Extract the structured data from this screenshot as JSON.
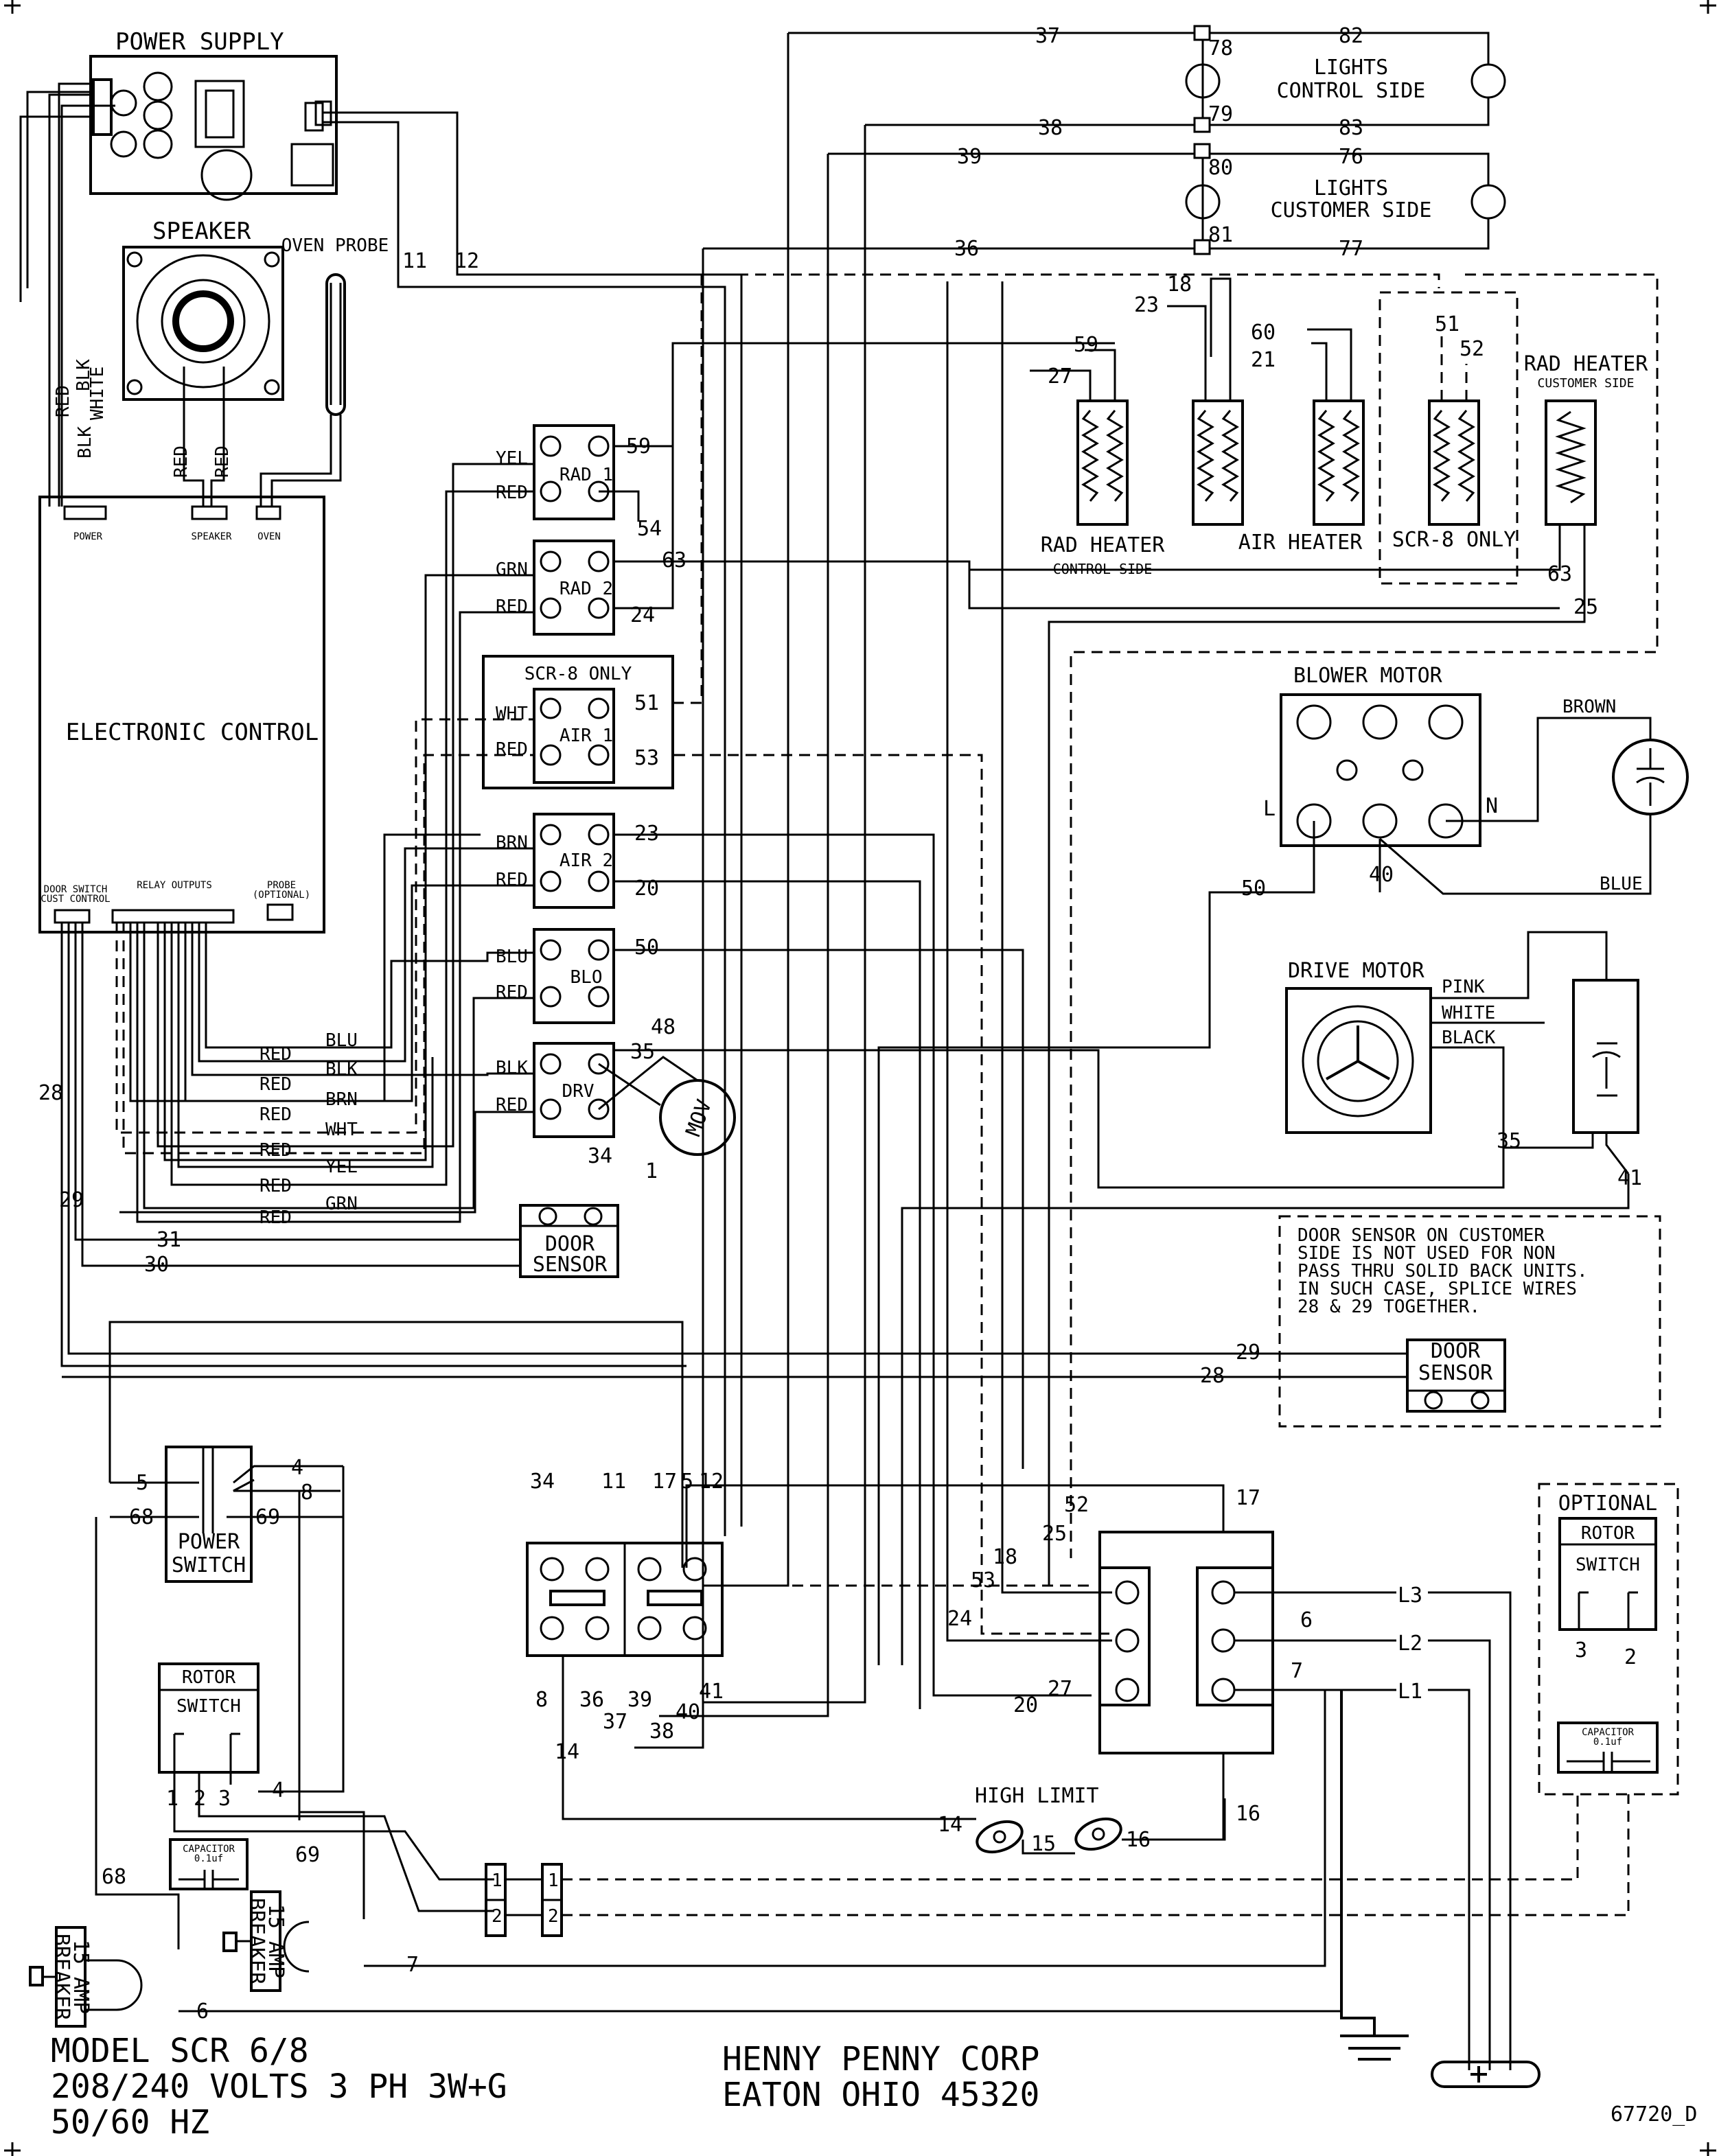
{
  "components": {
    "power_supply": "POWER SUPPLY",
    "speaker": "SPEAKER",
    "oven_probe": "OVEN PROBE",
    "electronic_control": "ELECTRONIC CONTROL",
    "ec_power": "POWER",
    "ec_speaker": "SPEAKER",
    "ec_oven": "OVEN",
    "ec_door_switch": "DOOR SWITCH",
    "ec_cust_control": "CUST CONTROL",
    "ec_relay_outputs": "RELAY OUTPUTS",
    "ec_probe": "PROBE",
    "ec_probe_optional": "(OPTIONAL)",
    "rad1": "RAD 1",
    "rad2": "RAD 2",
    "air1": "AIR 1",
    "air2": "AIR 2",
    "blo": "BLO",
    "drv": "DRV",
    "scr8_only": "SCR-8 ONLY",
    "mov": "MOV",
    "lights_control": "LIGHTS",
    "lights_control_side": "CONTROL SIDE",
    "lights_customer": "LIGHTS",
    "lights_customer_side": "CUSTOMER SIDE",
    "rad_heater_control": "RAD HEATER",
    "rad_heater_control_side": "CONTROL SIDE",
    "air_heater": "AIR HEATER",
    "scr8_only_heater": "SCR-8 ONLY",
    "rad_heater_customer": "RAD HEATER",
    "rad_heater_customer_side": "CUSTOMER SIDE",
    "blower_motor": "BLOWER MOTOR",
    "drive_motor": "DRIVE MOTOR",
    "door_sensor_1": "DOOR",
    "door_sensor_1b": "SENSOR",
    "door_sensor_2": "DOOR",
    "door_sensor_2b": "SENSOR",
    "power_switch": "POWER",
    "power_switch_b": "SWITCH",
    "rotor_switch": "ROTOR",
    "rotor_switch_b": "SWITCH",
    "capacitor": "CAPACITOR",
    "capacitor_val": "0.1uf",
    "optional": "OPTIONAL",
    "rotor_switch_opt": "ROTOR",
    "rotor_switch_opt_b": "SWITCH",
    "capacitor_opt": "CAPACITOR",
    "capacitor_opt_val": "0.1uf",
    "high_limit": "HIGH LIMIT",
    "breaker_a": "15 AMP",
    "breaker_a_b": "BREAKER",
    "breaker_b": "15 AMP",
    "breaker_b_b": "BREAKER",
    "L": "L",
    "N": "N",
    "L1": "L1",
    "L2": "L2",
    "L3": "L3"
  },
  "wire_colors": {
    "red": "RED",
    "blk": "BLK",
    "white": "WHITE",
    "yel": "YEL",
    "grn": "GRN",
    "wht": "WHT",
    "brn": "BRN",
    "blu": "BLU",
    "brown": "BROWN",
    "blue": "BLUE",
    "pink": "PINK",
    "black": "BLACK"
  },
  "note": "DOOR SENSOR ON CUSTOMER SIDE IS NOT USED FOR NON PASS THRU SOLID BACK UNITS. IN SUCH CASE, SPLICE WIRES 28 & 29 TOGETHER.",
  "note_lines": [
    "DOOR SENSOR ON CUSTOMER",
    "SIDE IS NOT USED FOR NON",
    "PASS THRU SOLID BACK UNITS.",
    "IN SUCH CASE, SPLICE WIRES",
    "28 & 29 TOGETHER."
  ],
  "footer": {
    "model": "MODEL SCR 6/8",
    "voltage": "208/240 VOLTS 3 PH 3W+G",
    "hz": "50/60 HZ",
    "company": "HENNY PENNY CORP",
    "address": "EATON OHIO 45320",
    "drawing_no": "67720_D"
  }
}
